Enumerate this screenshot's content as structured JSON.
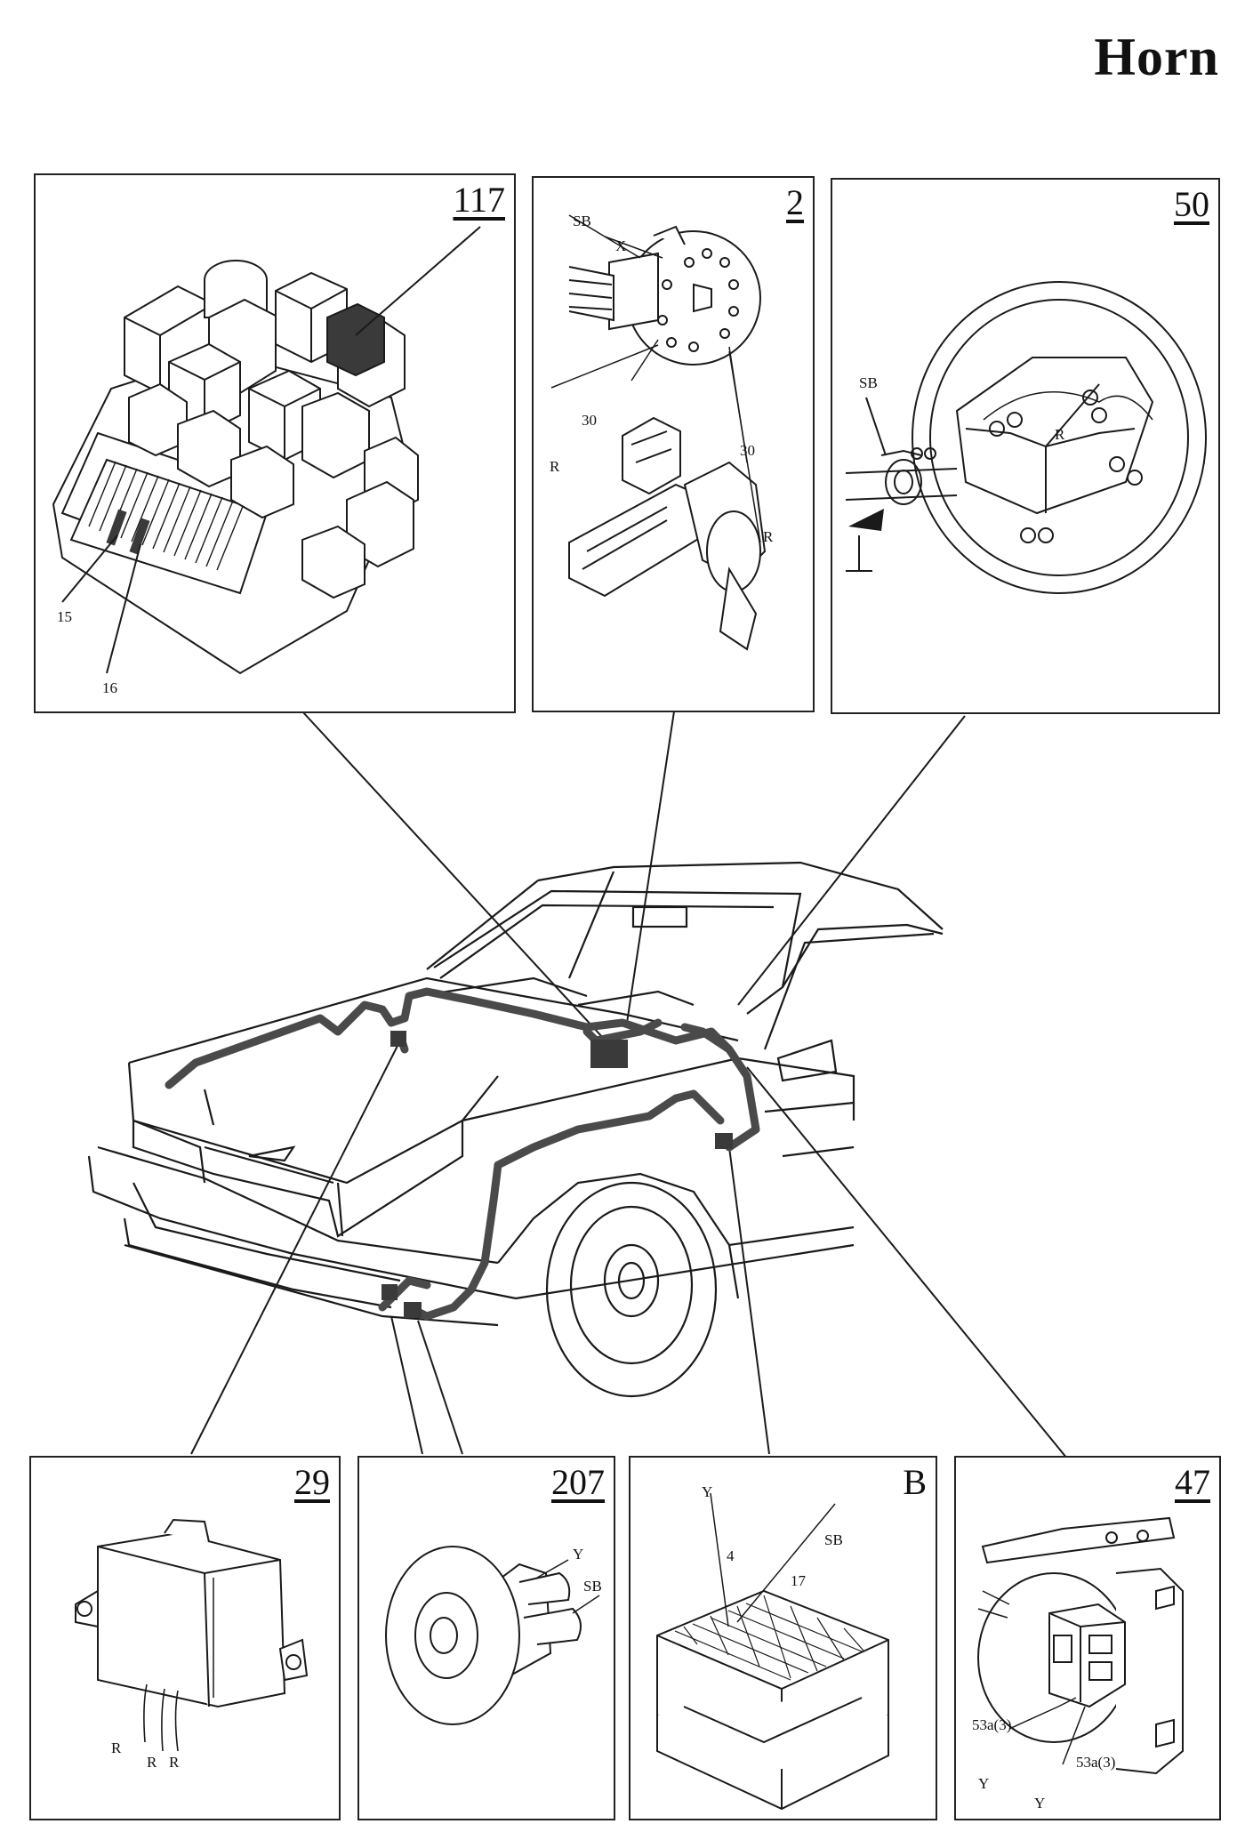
{
  "title": "Horn",
  "panels": {
    "p117": {
      "number": "117",
      "labels": {
        "fuse_15": "15",
        "fuse_16": "16"
      }
    },
    "p2": {
      "number": "2",
      "labels": {
        "sb": "SB",
        "x": "X",
        "n30a": "30",
        "r1": "R",
        "n30b": "30",
        "r2": "R"
      }
    },
    "p50": {
      "number": "50",
      "labels": {
        "sb": "SB",
        "r": "R"
      }
    },
    "p29": {
      "number": "29",
      "labels": {
        "r1": "R",
        "r2": "R",
        "r3": "R"
      }
    },
    "p207": {
      "number": "207",
      "labels": {
        "y": "Y",
        "sb": "SB"
      }
    },
    "pB": {
      "number": "B",
      "labels": {
        "y": "Y",
        "n4": "4",
        "sb": "SB",
        "n17": "17"
      }
    },
    "p47": {
      "number": "47",
      "labels": {
        "c1": "53a(3)",
        "c2": "53a(3)",
        "y1": "Y",
        "y2": "Y"
      }
    }
  },
  "colors": {
    "line": "#1a1a1a",
    "harness": "#4a4a4a",
    "highlight": "#3a3a3a"
  }
}
